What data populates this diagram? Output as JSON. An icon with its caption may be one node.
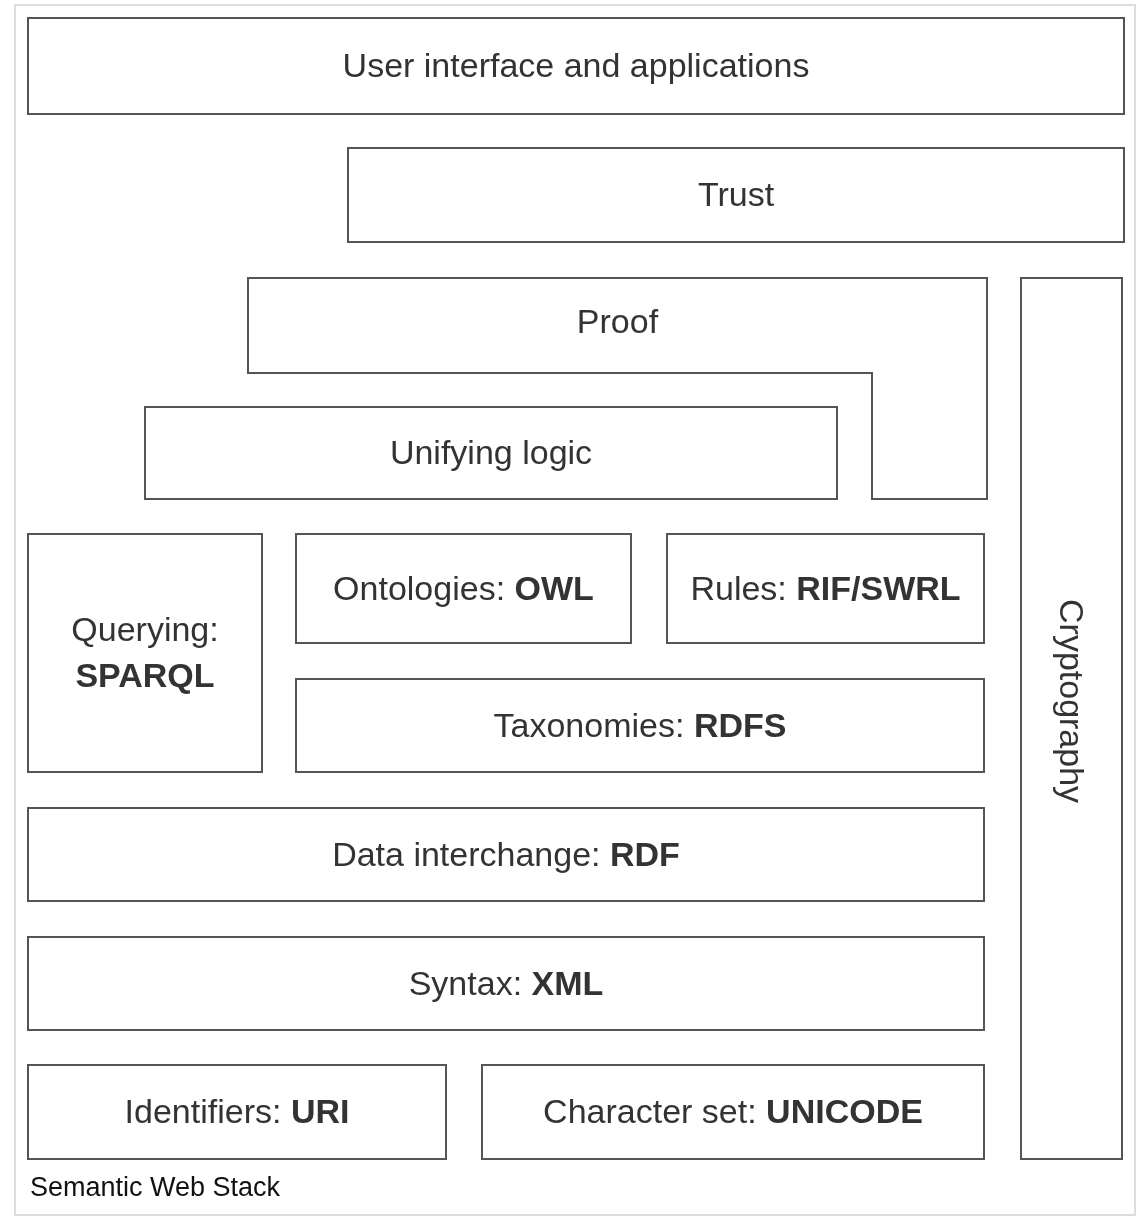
{
  "diagram": {
    "caption": "Semantic Web Stack",
    "nodes": [
      {
        "text": [
          "User interface and applications"
        ]
      },
      {
        "text": [
          "Trust"
        ]
      },
      {
        "text": [
          "Proof"
        ]
      },
      {
        "text": [
          "Cryptography"
        ]
      },
      {
        "text": [
          "Unifying logic"
        ]
      },
      {
        "text": [
          "Querying: **SPARQL**"
        ]
      },
      {
        "text": [
          "Ontologies: **OWL**"
        ]
      },
      {
        "text": [
          "Rules: **RIF/SWRL**"
        ]
      },
      {
        "text": [
          "Taxonomies: **RDFS**"
        ]
      },
      {
        "text": [
          "Data interchange: **RDF**"
        ]
      },
      {
        "text": [
          "Syntax: **XML**"
        ]
      },
      {
        "text": [
          "Identifiers: **URI**"
        ]
      },
      {
        "text": [
          "Character set: **UNICODE**"
        ]
      }
    ],
    "edges": []
  }
}
